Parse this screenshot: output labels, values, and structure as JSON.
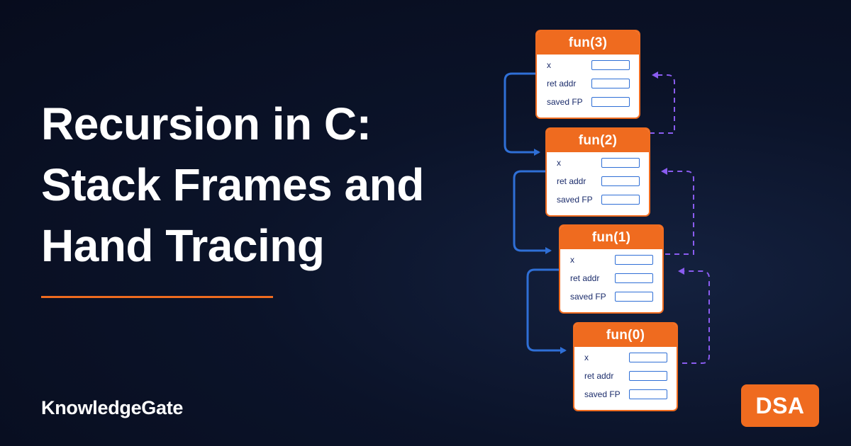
{
  "title_lines": [
    "Recursion in C:",
    "Stack Frames and",
    "Hand Tracing"
  ],
  "brand": "KnowledgeGate",
  "badge": "DSA",
  "frames": [
    {
      "name": "fun(3)",
      "rows": [
        "x",
        "ret addr",
        "saved FP"
      ]
    },
    {
      "name": "fun(2)",
      "rows": [
        "x",
        "ret addr",
        "saved FP"
      ]
    },
    {
      "name": "fun(1)",
      "rows": [
        "x",
        "ret addr",
        "saved FP"
      ]
    },
    {
      "name": "fun(0)",
      "rows": [
        "x",
        "ret addr",
        "saved FP"
      ]
    }
  ],
  "colors": {
    "accent": "#ef6b1f",
    "call_arrow": "#2f6fd6",
    "return_arrow": "#8a5cf0",
    "background": "#0b1329"
  }
}
